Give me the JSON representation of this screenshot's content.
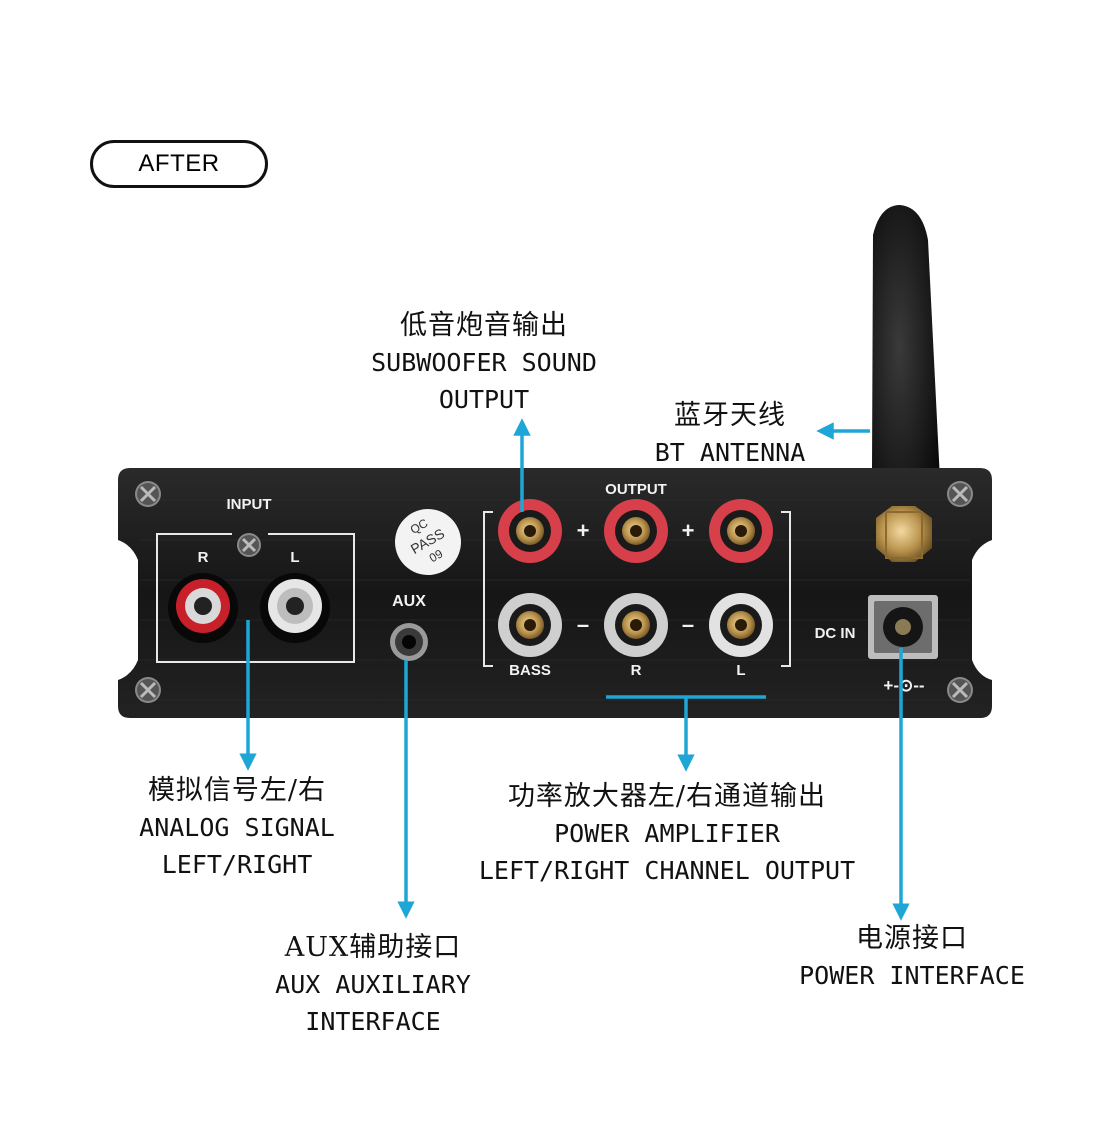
{
  "badge": "AFTER",
  "panel": {
    "input": "INPUT",
    "r": "R",
    "l": "L",
    "aux": "AUX",
    "qc": [
      "QC",
      "PASS",
      "09"
    ],
    "output": "OUTPUT",
    "plus": "+",
    "minus": "–",
    "bass": "BASS",
    "out_r": "R",
    "out_l": "L",
    "dc_in": "DC IN",
    "polarity": "+-⊙--"
  },
  "labels": {
    "subwoofer": {
      "cn": "低音炮音输出",
      "en1": "SUBWOOFER SOUND",
      "en2": "OUTPUT"
    },
    "bt": {
      "cn": "蓝牙天线",
      "en1": "BT ANTENNA"
    },
    "analog": {
      "cn": "模拟信号左/右",
      "en1": "ANALOG SIGNAL",
      "en2": "LEFT/RIGHT"
    },
    "aux": {
      "cn": "AUX辅助接口",
      "en1": "AUX AUXILIARY",
      "en2": "INTERFACE"
    },
    "amp": {
      "cn": "功率放大器左/右通道输出",
      "en1": "POWER AMPLIFIER",
      "en2": "LEFT/RIGHT CHANNEL OUTPUT"
    },
    "power": {
      "cn": "电源接口",
      "en1": "POWER INTERFACE"
    }
  },
  "colors": {
    "arrow": "#1ea6d6",
    "panel": "#1a1a1a",
    "rca_red": "#c8202a",
    "post_red": "#d7404a"
  }
}
